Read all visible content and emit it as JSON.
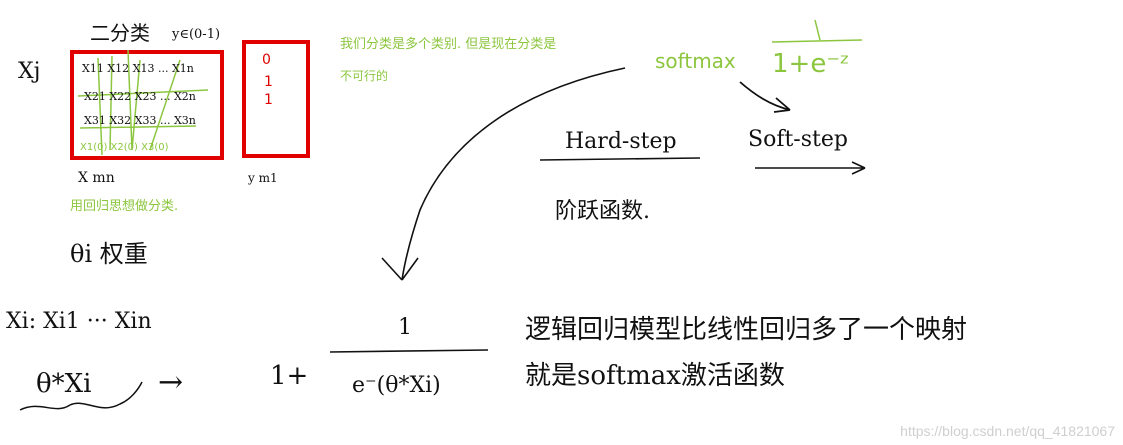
{
  "colors": {
    "ink": "#111111",
    "green": "#8cc63f",
    "red": "#e00000",
    "watermark": "#cfcfcf"
  },
  "labels": {
    "title_binary": "二分类",
    "y_range": "y∈(0-1)",
    "xj": "Xj",
    "xmn": "X mn",
    "ym1": "y m1",
    "matrix_r1": "X11  X12  X13 ... X1n",
    "matrix_r2": "X21  X22  X23 ... X2n",
    "matrix_r3": "X31  X32  X33 ... X3n",
    "matrix_r4_green": "X1(0)  X2(0)  X3(0)",
    "y_values": [
      "0",
      "1",
      "1"
    ],
    "green_note_bottom": "用回归思想做分类.",
    "weight": "θi 权重",
    "green_note_top": "我们分类是多个类别. 但是现在分类是",
    "green_note_top2": "不可行的",
    "softmax": "softmax",
    "sigmoid_small": "1+e⁻ᶻ",
    "hard_step": "Hard-step",
    "soft_step": "Soft-step",
    "step_fn": "阶跃函数.",
    "xi_row": "Xi: Xi1 ··· Xin",
    "theta_xi": "θ*Xi",
    "arrow": "→",
    "one_plus": "1+",
    "frac_num": "1",
    "frac_den": "e⁻(θ*Xi)",
    "logit_note1": "逻辑回归模型比线性回归多了一个映射",
    "logit_note2": "就是softmax激活函数",
    "watermark": "https://blog.csdn.net/qq_41821067"
  }
}
